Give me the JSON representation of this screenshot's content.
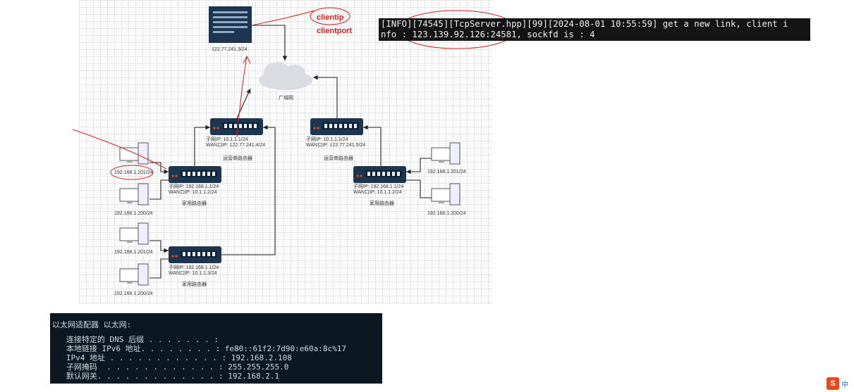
{
  "annotations": {
    "clientip": "clientip",
    "clientport": "clientport"
  },
  "server": {
    "ip": "122.77.241.3/24"
  },
  "cloud": {
    "label": "广域网"
  },
  "isp_routers": [
    {
      "lan": "子网IP:  10.1.1.1/24",
      "wan": "WAN口IP:  122.77.241.4/24",
      "name": "运营商路由器"
    },
    {
      "lan": "子网IP:  10.1.1.1/24",
      "wan": "WAN口IP:  122.77.241.5/24",
      "name": "运营商路由器"
    }
  ],
  "home_routers": [
    {
      "lan": "子网IP:  192.168.1.1/24",
      "wan": "WAN口IP:  10.1.1.2/24",
      "name": "家用路由器"
    },
    {
      "lan": "子网IP:  192.168.1.1/24",
      "wan": "WAN口IP:  10.1.1.3/24",
      "name": "家用路由器"
    },
    {
      "lan": "子网IP:  192.168.1.1/24",
      "wan": "WAN口IP:  10.1.1.2/24",
      "name": "家用路由器"
    }
  ],
  "hosts": [
    "192.168.1.201/24",
    "192.168.1.200/24",
    "192.168.1.201/24",
    "192.168.1.200/24",
    "192.168.1.201/24",
    "192.168.1.200/24"
  ],
  "top_terminal": {
    "line1": "[INFO][74545][TcpServer.hpp][99][2024-08-01 10:55:59] get a new link, client i",
    "line2": "nfo : 123.139.92.126:24581, sockfd is : 4"
  },
  "bottom_terminal": {
    "header": "以太网适配器 以太网:",
    "rows": [
      "   连接特定的 DNS 后缀 . . . . . . . :",
      "   本地链接 IPv6 地址. . . . . . . . : fe80::61f2:7d90:e60a:8c%17",
      "   IPv4 地址 . . . . . . . . . . . . : 192.168.2.108",
      "   子网掩码  . . . . . . . . . . . . : 255.255.255.0",
      "   默认网关. . . . . . . . . . . . . : 192.168.2.1"
    ]
  },
  "corner": {
    "logo": "S",
    "text": "中"
  },
  "colors": {
    "annotation": "#d62020",
    "router_body": "#1c3550",
    "terminal_bg": "#141414"
  }
}
